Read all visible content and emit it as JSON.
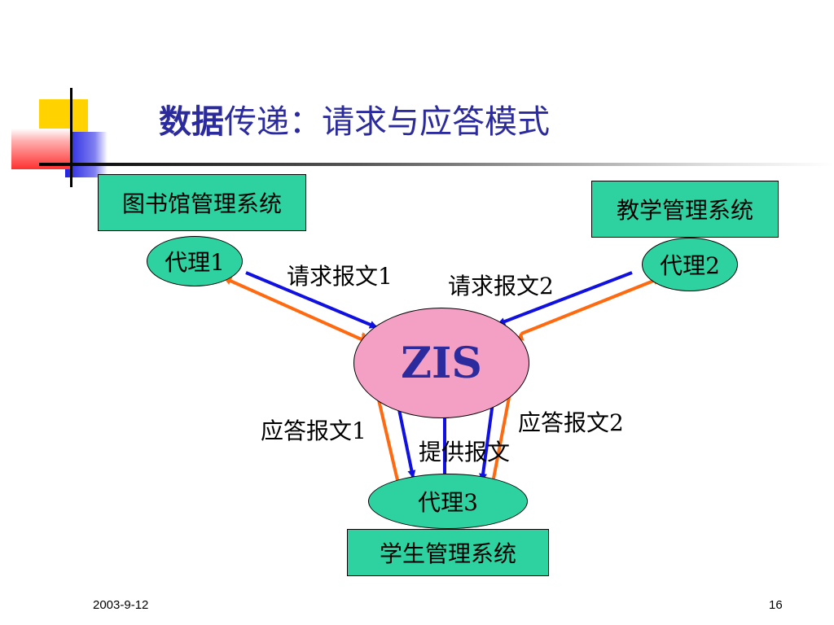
{
  "title": {
    "bold_part": "数据",
    "rest": "传递：请求与应答模式"
  },
  "systems": {
    "library": "图书馆管理系统",
    "teaching": "教学管理系统",
    "student": "学生管理系统"
  },
  "agents": {
    "agent1": "代理1",
    "agent2": "代理2",
    "agent3": "代理3"
  },
  "hub": "ZIS",
  "messages": {
    "request1": "请求报文1",
    "request2": "请求报文2",
    "response1": "应答报文1",
    "response2": "应答报文2",
    "provide": "提供报文"
  },
  "colors": {
    "request_arrow": "#1010e0",
    "response_arrow": "#ff6a10",
    "box_fill": "#2ed2a0",
    "hub_fill": "#f4a0c4",
    "title": "#2b2b9e"
  },
  "footer": {
    "date": "2003-9-12",
    "page": "16"
  }
}
